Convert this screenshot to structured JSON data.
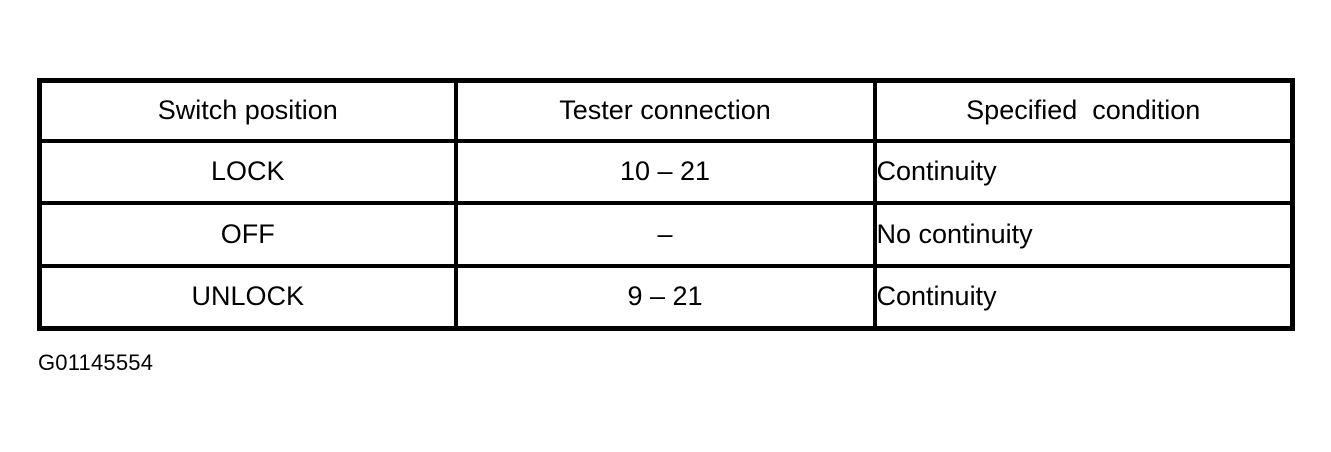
{
  "figure": {
    "caption_id": "G01145554"
  },
  "table": {
    "columns": [
      {
        "key": "switch_position",
        "header": "Switch position",
        "align": "center"
      },
      {
        "key": "tester_connection",
        "header": "Tester connection",
        "align": "center"
      },
      {
        "key": "specified_condition",
        "header": "Specified  condition",
        "align": "left"
      }
    ],
    "rows": [
      {
        "switch_position": "LOCK",
        "tester_connection": "10 – 21",
        "specified_condition": "Continuity"
      },
      {
        "switch_position": "OFF",
        "tester_connection": "–",
        "specified_condition": "No continuity"
      },
      {
        "switch_position": "UNLOCK",
        "tester_connection": "9 – 21",
        "specified_condition": "Continuity"
      }
    ]
  },
  "colors": {
    "ink": "#000000",
    "paper": "#ffffff"
  }
}
